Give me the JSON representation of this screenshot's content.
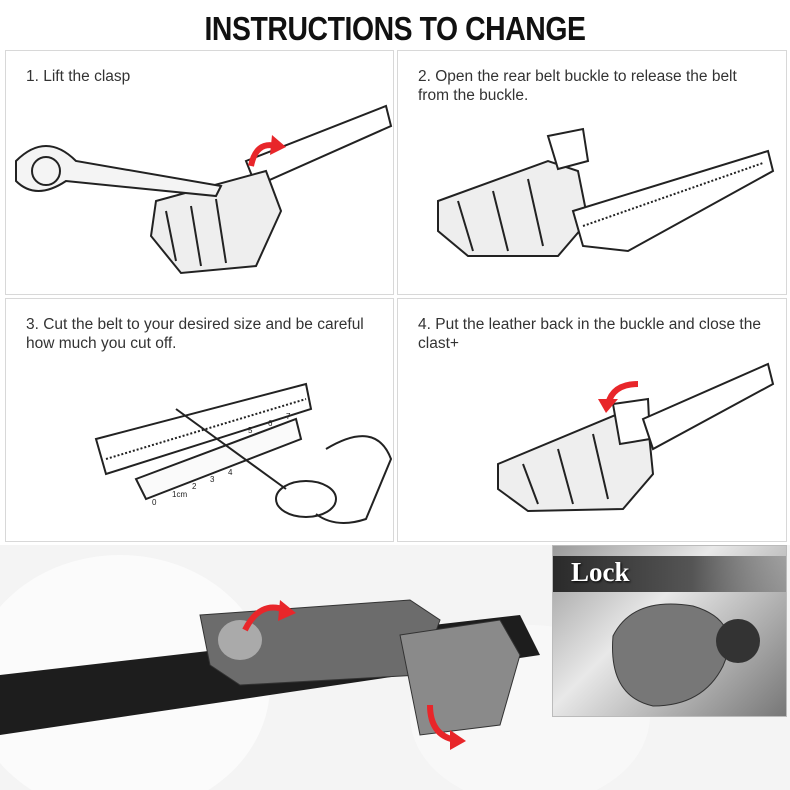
{
  "title": "INSTRUCTIONS TO CHANGE",
  "steps": [
    {
      "text": "1. Lift the clasp"
    },
    {
      "text": "2. Open the rear belt buckle to release the belt from the buckle."
    },
    {
      "text": "3. Cut the belt to your desired size and be careful how much you cut off."
    },
    {
      "text": "4. Put the leather back in the buckle and close the clast+"
    }
  ],
  "ruler_labels": [
    "0",
    "1cm",
    "2",
    "3",
    "4",
    "5",
    "6",
    "7"
  ],
  "lock_label": "Lock",
  "colors": {
    "arrow": "#e8262a",
    "text": "#333333"
  }
}
